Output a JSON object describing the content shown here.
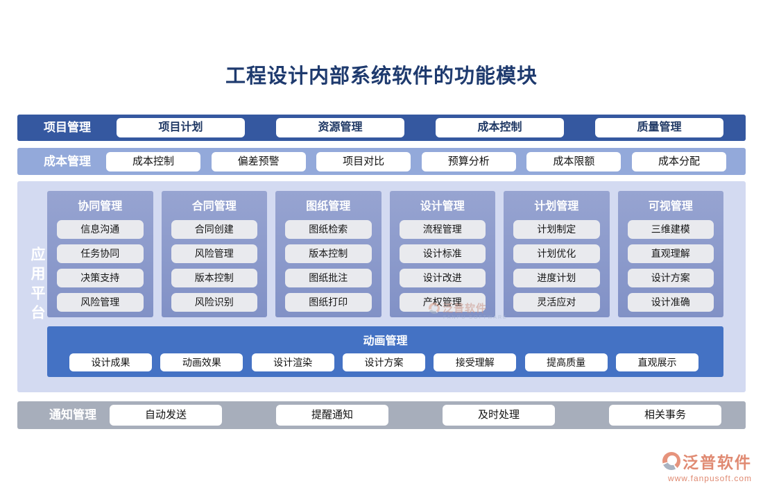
{
  "title": "工程设计内部系统软件的功能模块",
  "rows": [
    {
      "label": "项目管理",
      "buttons": [
        "项目计划",
        "资源管理",
        "成本控制",
        "质量管理"
      ]
    },
    {
      "label": "成本管理",
      "buttons": [
        "成本控制",
        "偏差预警",
        "项目对比",
        "预算分析",
        "成本限额",
        "成本分配"
      ]
    }
  ],
  "platform": {
    "label": "应用平台",
    "columns": [
      {
        "header": "协同管理",
        "items": [
          "信息沟通",
          "任务协同",
          "决策支持",
          "风险管理"
        ]
      },
      {
        "header": "合同管理",
        "items": [
          "合同创建",
          "风险管理",
          "版本控制",
          "风险识别"
        ]
      },
      {
        "header": "图纸管理",
        "items": [
          "图纸检索",
          "版本控制",
          "图纸批注",
          "图纸打印"
        ]
      },
      {
        "header": "设计管理",
        "items": [
          "流程管理",
          "设计标准",
          "设计改进",
          "产权管理"
        ]
      },
      {
        "header": "计划管理",
        "items": [
          "计划制定",
          "计划优化",
          "进度计划",
          "灵活应对"
        ]
      },
      {
        "header": "可视管理",
        "items": [
          "三维建模",
          "直观理解",
          "设计方案",
          "设计准确"
        ]
      }
    ],
    "animation": {
      "header": "动画管理",
      "buttons": [
        "设计成果",
        "动画效果",
        "设计渲染",
        "设计方案",
        "接受理解",
        "提高质量",
        "直观展示"
      ]
    }
  },
  "notice": {
    "label": "通知管理",
    "buttons": [
      "自动发送",
      "提醒通知",
      "及时处理",
      "相关事务"
    ]
  },
  "watermark": {
    "name": "泛普软件",
    "sub": "FANPU SOFTWARE"
  },
  "logo": {
    "name": "泛普软件",
    "url": "www.fanpusoft.com"
  },
  "colors": {
    "title": "#1e3a6e",
    "row1_band": "#3558a0",
    "row2_band": "#93a9da",
    "platform_bg": "#d3daf1",
    "column_bg": "#8c9bcb",
    "item_bg": "#e9eaee",
    "animation_band": "#4472c4",
    "notice_band": "#a7aebb",
    "logo_accent": "#e08a72"
  }
}
